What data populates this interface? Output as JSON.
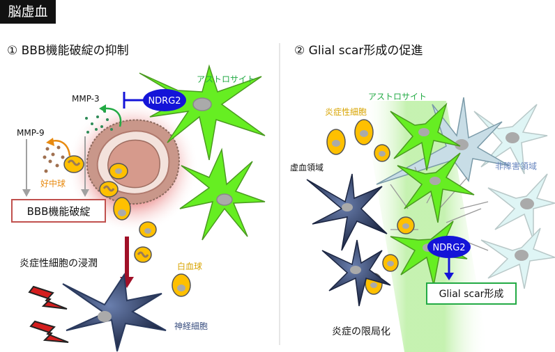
{
  "header": {
    "title": "脳虚血"
  },
  "left_panel": {
    "title": "① BBB機能破綻の抑制",
    "labels": {
      "astrocyte": "アストロサイト",
      "ndrg2": "NDRG2",
      "mmp3": "MMP-3",
      "mmp9": "MMP-9",
      "neutrophil": "好中球",
      "bbb_breakdown": "BBB機能破綻",
      "infiltration": "炎症性細胞の浸潤",
      "leukocyte": "白血球",
      "neuron": "神経細胞"
    }
  },
  "right_panel": {
    "title": "② Glial scar形成の促進",
    "labels": {
      "astrocyte": "アストロサイト",
      "inflammatory_cells": "炎症性細胞",
      "ischemic_area": "虚血領域",
      "non_injured_area": "非障害領域",
      "ndrg2": "NDRG2",
      "glial_scar": "Glial scar形成",
      "localization": "炎症の限局化"
    }
  },
  "colors": {
    "astrocyte_green": "#66ee22",
    "astrocyte_label": "#22aa44",
    "ndrg2_blue": "#1414d8",
    "orange_label": "#e88a10",
    "leukocyte_label": "#d8a400",
    "neuron_label": "#3a4f80",
    "non_injured_label": "#6b88c0",
    "bbb_box_border": "#c0504d",
    "glial_box_border": "#22aa44",
    "arrow_red": "#a01028"
  }
}
